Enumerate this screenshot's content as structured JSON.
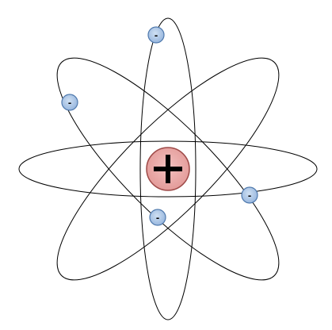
{
  "diagram": {
    "nucleus": {
      "charge_symbol": "+",
      "fill_color": "#e8a7a6",
      "stroke_color": "#9e4a48"
    },
    "electrons": [
      {
        "id": "electron-top",
        "charge_symbol": "-"
      },
      {
        "id": "electron-upper-left",
        "charge_symbol": "-"
      },
      {
        "id": "electron-right",
        "charge_symbol": "-"
      },
      {
        "id": "electron-lower-center",
        "charge_symbol": "-"
      }
    ],
    "electron_fill_color": "#9ebbe0",
    "electron_stroke_color": "#4f79ad",
    "orbit_stroke_color": "#000000",
    "orbit_count": 4
  }
}
